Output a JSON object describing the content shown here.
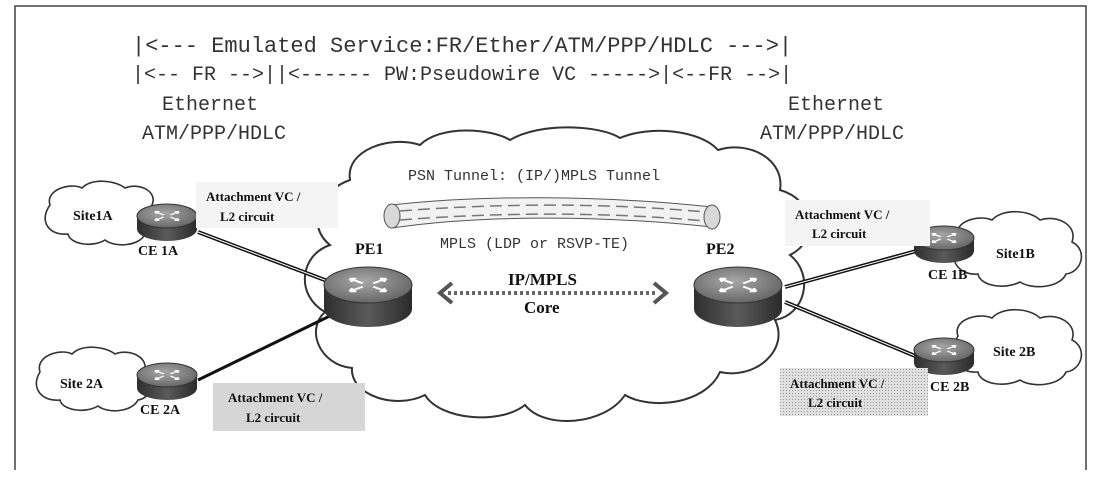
{
  "header": {
    "line1": "|<--- Emulated Service:FR/Ether/ATM/PPP/HDLC --->|",
    "line2": "|<-- FR -->||<------ PW:Pseudowire VC ----->|<--FR -->|",
    "left_ethernet": "Ethernet",
    "left_atm": "ATM/PPP/HDLC",
    "right_ethernet": "Ethernet",
    "right_atm": "ATM/PPP/HDLC"
  },
  "core": {
    "psn_tunnel": "PSN Tunnel: (IP/)MPLS Tunnel",
    "mpls": "MPLS (LDP or RSVP-TE)",
    "ipmpls": "IP/MPLS",
    "core": "Core"
  },
  "routers": {
    "pe1": "PE1",
    "pe2": "PE2",
    "ce1a": "CE 1A",
    "ce2a": "CE 2A",
    "ce1b": "CE 1B",
    "ce2b": "CE 2B"
  },
  "sites": {
    "site1a": "Site1A",
    "site2a": "Site 2A",
    "site1b": "Site1B",
    "site2b": "Site 2B"
  },
  "attachment": {
    "top_left_1": "Attachment VC /",
    "top_left_2": "L2 circuit",
    "bottom_left_1": "Attachment VC /",
    "bottom_left_2": "L2 circuit",
    "top_right_1": "Attachment VC /",
    "top_right_2": "L2 circuit",
    "bottom_right_1": "Attachment VC /",
    "bottom_right_2": "L2 circuit"
  },
  "colors": {
    "router_body": "#4a4a4a",
    "router_top": "#8a8a8a",
    "cloud_stroke": "#333333",
    "label_box": "#e6e6e6",
    "label_box_dotted": "#cfcfcf"
  }
}
